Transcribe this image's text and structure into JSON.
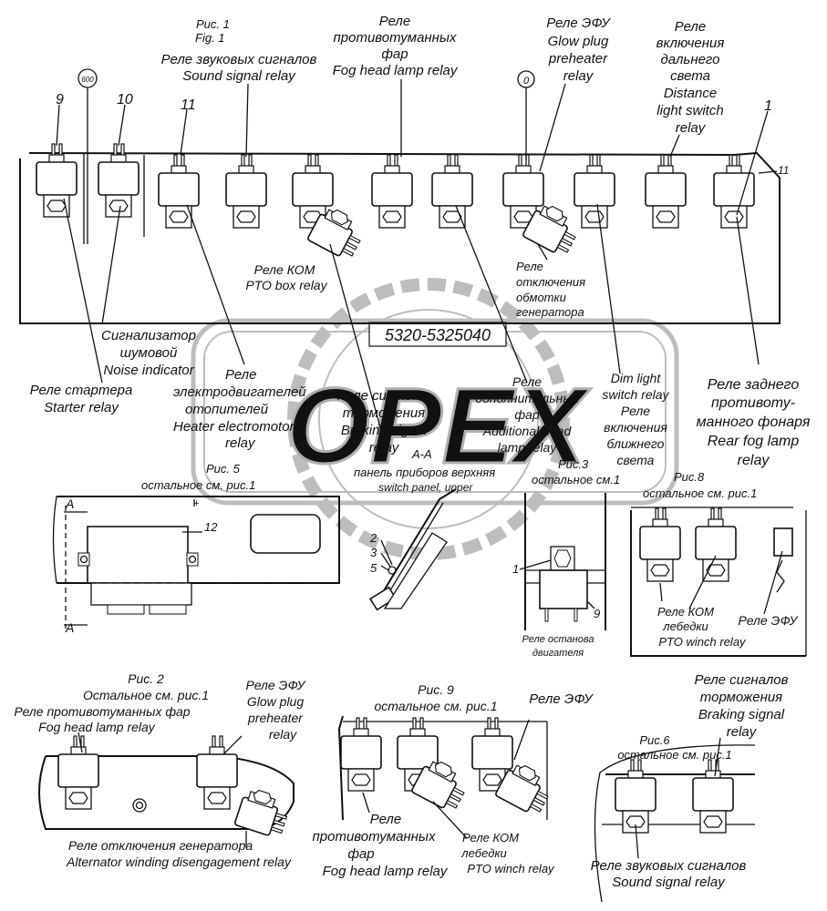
{
  "fig1": {
    "fig_ru": "Рис. 1",
    "fig_en": "Fig. 1",
    "circle_600": "600",
    "circle_0": "0",
    "num_9": "9",
    "num_10": "10",
    "num_11a": "11",
    "num_1": "1",
    "num_11b": "11",
    "sound_ru": "Реле звуковых сигналов",
    "sound_en": "Sound signal relay",
    "fog_ru_1": "Реле",
    "fog_ru_2": "противотуманных",
    "fog_ru_3": "фар",
    "fog_en": "Fog head lamp relay",
    "efu_ru": "Реле ЭФУ",
    "efu_en_1": "Glow plug",
    "efu_en_2": "preheater",
    "efu_en_3": "relay",
    "dist_ru_1": "Реле",
    "dist_ru_2": "включения",
    "dist_ru_3": "дальнего",
    "dist_ru_4": "света",
    "dist_en_1": "Distance",
    "dist_en_2": "light switch",
    "dist_en_3": "relay",
    "kom_ru": "Реле КОМ",
    "kom_en": "PTO box relay",
    "gen_ru_1": "Реле",
    "gen_ru_2": "отключения",
    "gen_ru_3": "обмотки",
    "gen_ru_4": "генератора",
    "noise_ru_1": "Сигнализатор",
    "noise_ru_2": "шумовой",
    "noise_en": "Noise indicator",
    "starter_ru": "Реле стартера",
    "starter_en": "Starter relay",
    "heater_ru_1": "Реле",
    "heater_ru_2": "электродвигателей",
    "heater_ru_3": "отопителей",
    "heater_en_1": "Heater electromotor",
    "heater_en_2": "relay",
    "brake_ru_1": "Реле сигналов",
    "brake_ru_2": "торможения",
    "brake_en_1": "Braking signal",
    "brake_en_2": "relay",
    "addl_ru_1": "Реле",
    "addl_ru_2": "дополнительных",
    "addl_ru_3": "фар",
    "addl_en_1": "Additional head",
    "addl_en_2": "lamp relay",
    "dim_en_1": "Dim light",
    "dim_en_2": "switch relay",
    "dim_ru_1": "Реле",
    "dim_ru_2": "включения",
    "dim_ru_3": "ближнего",
    "dim_ru_4": "света",
    "rearfog_ru_1": "Реле заднего",
    "rearfog_ru_2": "противоту-",
    "rearfog_ru_3": "манного фонаря",
    "rearfog_en_1": "Rear fog lamp",
    "rearfog_en_2": "relay"
  },
  "stamp": "5320-5325040",
  "watermark": "OPEX",
  "fig5": {
    "fig": "Рис. 5",
    "rest": "остальное см. рис.1",
    "num_12": "12",
    "A1": "A",
    "A2": "A"
  },
  "sectionAA": {
    "title": "A-A",
    "ru": "панель приборов верхняя",
    "en": "switch panel, upper",
    "n2": "2",
    "n3": "3",
    "n5": "5"
  },
  "fig3": {
    "fig": "Рис.3",
    "rest": "остальное см.1",
    "n1": "1",
    "n9": "9",
    "stop_1": "Реле останова",
    "stop_2": "двигателя"
  },
  "fig8": {
    "fig": "Рис.8",
    "rest": "остальное см. рис.1",
    "kom_1": "Реле КОМ",
    "kom_2": "лебедки",
    "kom_3": "PTO winch relay",
    "efu": "Реле ЭФУ"
  },
  "fig2": {
    "fig": "Рис. 2",
    "rest": "Остальное см. рис.1",
    "fog_ru": "Реле противотуманных фар",
    "fog_en": "Fog head lamp relay",
    "efu_ru": "Реле ЭФУ",
    "efu_en_1": "Glow plug",
    "efu_en_2": "preheater",
    "efu_en_3": "relay",
    "gen_ru": "Реле отключения генератора",
    "gen_en": "Alternator winding disengagement relay"
  },
  "fig9": {
    "fig": "Рис. 9",
    "rest": "остальное см. рис.1",
    "efu": "Реле ЭФУ",
    "fog_1": "Реле",
    "fog_2": "противотуманных",
    "fog_3": "фар",
    "fog_4": "Fog head lamp relay",
    "kom_1": "Реле КОМ",
    "kom_2": "лебедки",
    "kom_3": "PTO winch relay"
  },
  "fig6": {
    "fig": "Рис.6",
    "rest": "остальное см. рис.1",
    "brake_1": "Реле сигналов",
    "brake_2": "торможения",
    "brake_3": "Braking signal",
    "brake_4": "relay",
    "sound_ru": "Реле звуковых сигналов",
    "sound_en": "Sound signal relay"
  }
}
